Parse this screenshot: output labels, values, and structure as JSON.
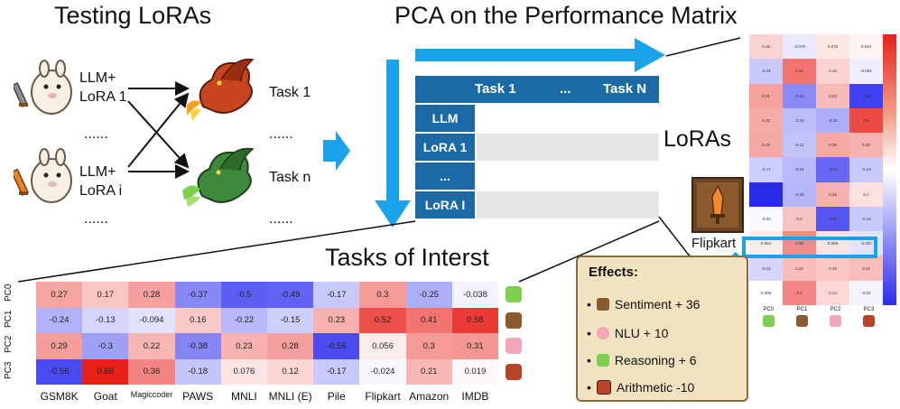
{
  "titles": {
    "testing": "Testing LoRAs",
    "pca": "PCA on the Performance Matrix",
    "tasks": "Tasks of Interst"
  },
  "left": {
    "model1": [
      "LLM+",
      "LoRA 1"
    ],
    "dots_mid": "......",
    "model2": [
      "LLM+",
      "LoRA i"
    ],
    "dots_bottom": "......",
    "task1": "Task 1",
    "dots_tasks": "......",
    "taskn": "Task n",
    "dots_tasks_bottom": "......"
  },
  "perf_matrix": {
    "col_headers": [
      "Task 1",
      "...",
      "Task N"
    ],
    "row_headers": [
      "LLM",
      "LoRA 1",
      "...",
      "LoRA I"
    ]
  },
  "loras_label": "LoRAs",
  "flipkart_label": "Flipkart",
  "effects": {
    "title": "Effects:",
    "items": [
      {
        "icon": "thumbs-up-icon",
        "text": "Sentiment + 36"
      },
      {
        "icon": "brain-icon",
        "text": "NLU + 10"
      },
      {
        "icon": "puzzle-icon",
        "text": "Reasoning + 6"
      },
      {
        "icon": "abacus-icon",
        "text": "Arithmetic -10"
      }
    ]
  },
  "chart_data": [
    {
      "type": "heatmap",
      "title": "",
      "rows": [
        "PC0",
        "PC1",
        "PC2",
        "PC3"
      ],
      "columns": [
        "GSM8K",
        "Goat",
        "Magiccoder",
        "PAWS",
        "MNLI",
        "MNLI (E)",
        "Pile",
        "Flipkart",
        "Amazon",
        "IMDB"
      ],
      "values": [
        [
          "0.27",
          "0.17",
          "0.28",
          "-0.37",
          "-0.5",
          "-0.49",
          "-0.17",
          "0.3",
          "-0.25",
          "-0.038"
        ],
        [
          "-0.24",
          "-0.13",
          "-0.094",
          "0.16",
          "-0.22",
          "-0.15",
          "0.23",
          "0.52",
          "0.41",
          "0.58"
        ],
        [
          "0.29",
          "-0.3",
          "0.22",
          "-0.38",
          "0.23",
          "0.28",
          "-0.56",
          "0.056",
          "0.3",
          "0.31"
        ],
        [
          "-0.56",
          "0.66",
          "0.36",
          "-0.18",
          "0.076",
          "0.12",
          "-0.17",
          "-0.024",
          "0.21",
          "0.019"
        ]
      ],
      "row_icons": [
        "puzzle-icon",
        "thumbs-up-icon",
        "brain-icon",
        "abacus-icon"
      ],
      "color_scale": {
        "negative": "#2b2bf0",
        "zero": "#ffffff",
        "positive": "#e8201a"
      }
    },
    {
      "type": "heatmap",
      "columns": [
        "PC0",
        "PC1",
        "PC2",
        "PC3"
      ],
      "values": [
        [
          "0.15",
          "-0.078",
          "0.076",
          "0.043"
        ],
        [
          "-0.19",
          "0.46",
          "0.15",
          "-0.061"
        ],
        [
          "0.31",
          "-0.41",
          "0.23",
          "-0.66"
        ],
        [
          "0.28",
          "-0.23",
          "-0.28",
          "0.6"
        ],
        [
          "0.29",
          "-0.21",
          "0.29",
          "0.26"
        ],
        [
          "-0.17",
          "-0.24",
          "-0.53",
          "-0.19"
        ],
        [
          "-0.74",
          "-0.26",
          "0.26",
          "0.1"
        ],
        [
          "-0.02",
          "0.2",
          "-0.59",
          "-0.19"
        ],
        [
          "0.062",
          "0.38",
          "0.096",
          "-0.097"
        ],
        [
          "-0.15",
          "0.22",
          "0.19",
          "0.22"
        ],
        [
          "0.009",
          "0.4",
          "0.13",
          "-0.04"
        ]
      ],
      "highlight_row": 8
    }
  ]
}
